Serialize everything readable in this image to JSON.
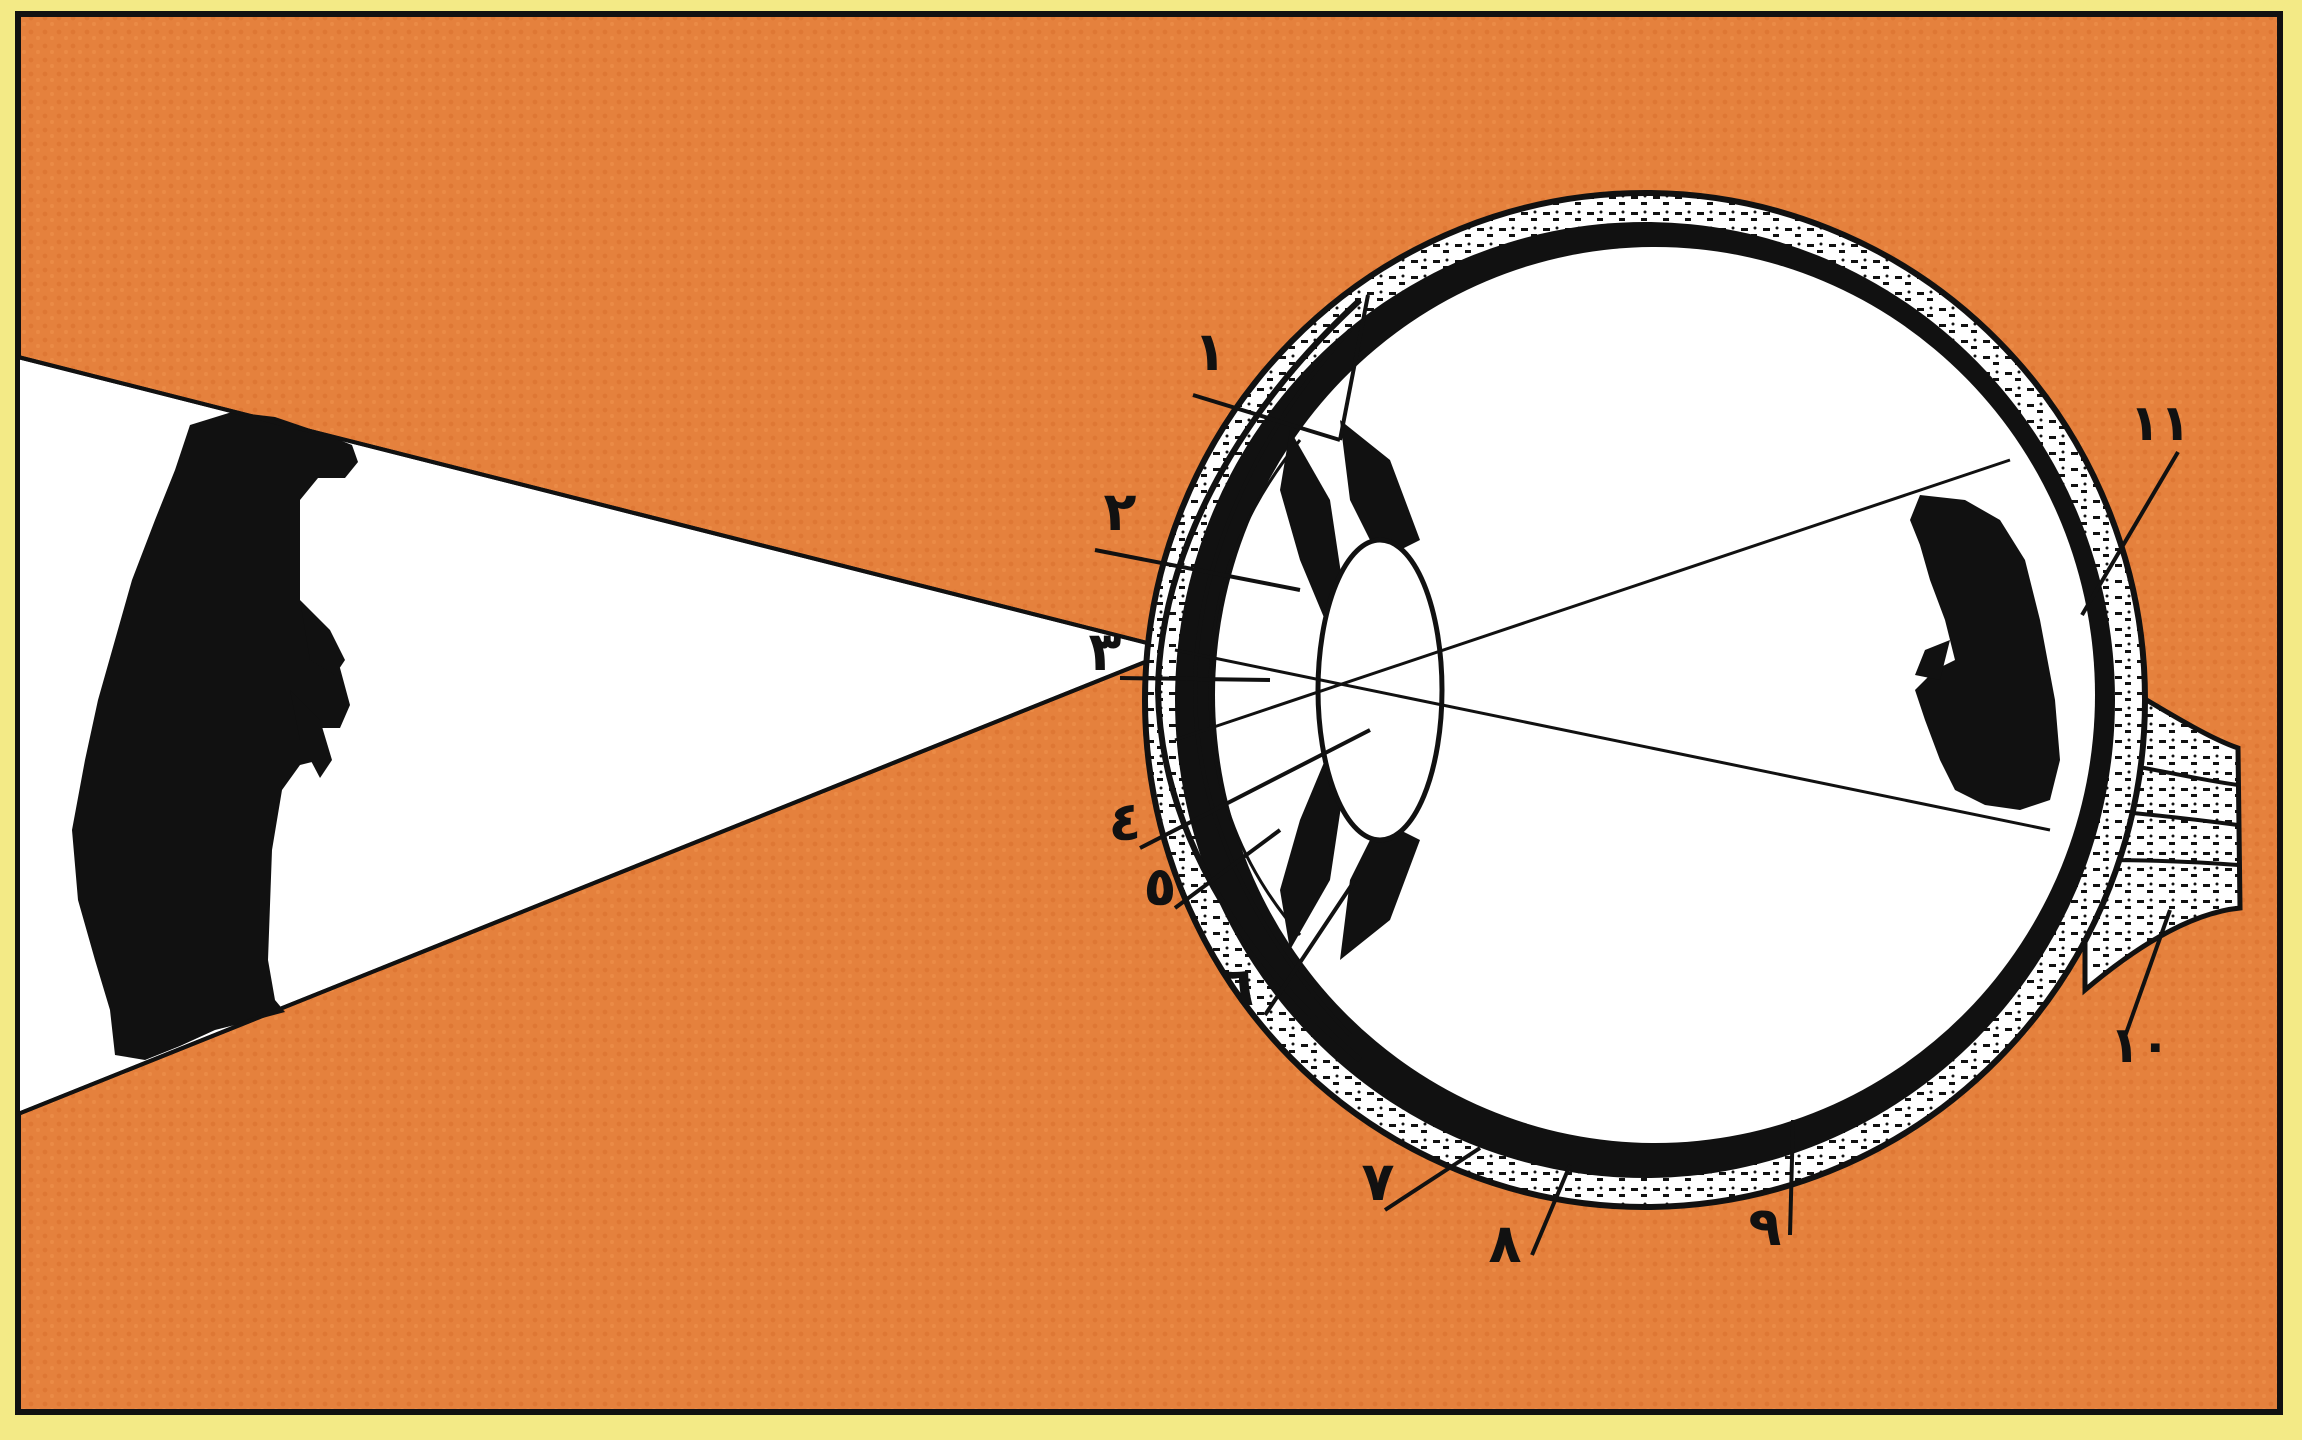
{
  "diagram": {
    "colors": {
      "background": "#f3ea86",
      "panel": "#e5813d",
      "panel_texture": "#d86f2c",
      "ink": "#111111",
      "light_cone": "#ffffff",
      "vitreous": "#ffffff"
    },
    "labels": {
      "l1": "١",
      "l2": "٢",
      "l3": "٣",
      "l4": "٤",
      "l5": "٥",
      "l6": "٦",
      "l7": "٧",
      "l8": "٨",
      "l9": "٩",
      "l10": "١٠",
      "l11": "١١"
    },
    "icons": {
      "object": "bear-silhouette-icon",
      "retinal_image": "inverted-bear-image-icon"
    }
  }
}
